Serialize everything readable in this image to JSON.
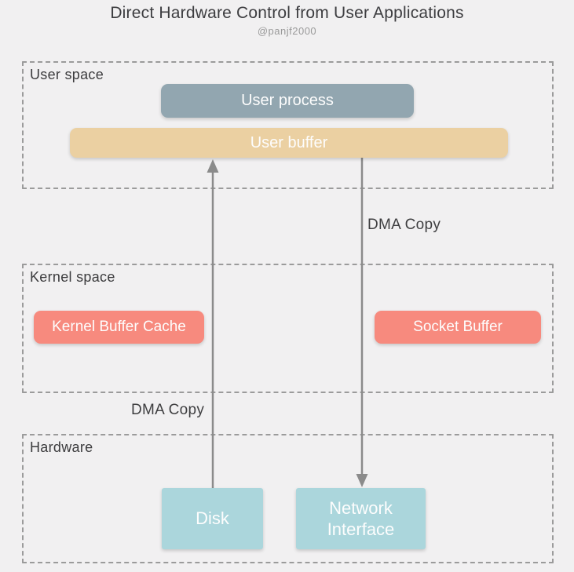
{
  "title": "Direct Hardware Control from User Applications",
  "subtitle": "@panjf2000",
  "sections": {
    "user_space": {
      "label": "User space"
    },
    "kernel_space": {
      "label": "Kernel space"
    },
    "hardware": {
      "label": "Hardware"
    }
  },
  "nodes": {
    "user_process": {
      "label": "User process",
      "color": "#92a6b0"
    },
    "user_buffer": {
      "label": "User buffer",
      "color": "#ebd0a2"
    },
    "kernel_buffer_cache": {
      "label": "Kernel Buffer Cache",
      "color": "#f78a7e"
    },
    "socket_buffer": {
      "label": "Socket Buffer",
      "color": "#f78a7e"
    },
    "disk": {
      "label": "Disk",
      "color": "#abd6dc"
    },
    "network_interface": {
      "label": "Network Interface",
      "color": "#abd6dc"
    }
  },
  "arrows": {
    "disk_to_user_buffer": {
      "label": "DMA Copy",
      "direction": "up"
    },
    "user_buffer_to_network_interface": {
      "label": "DMA Copy",
      "direction": "down"
    }
  },
  "colors": {
    "background": "#f1f0f1",
    "dashed_border": "#9b9b9b",
    "arrow": "#8b8b8b",
    "heading_text": "#3d3d40",
    "node_text": "#fdfdfd"
  }
}
